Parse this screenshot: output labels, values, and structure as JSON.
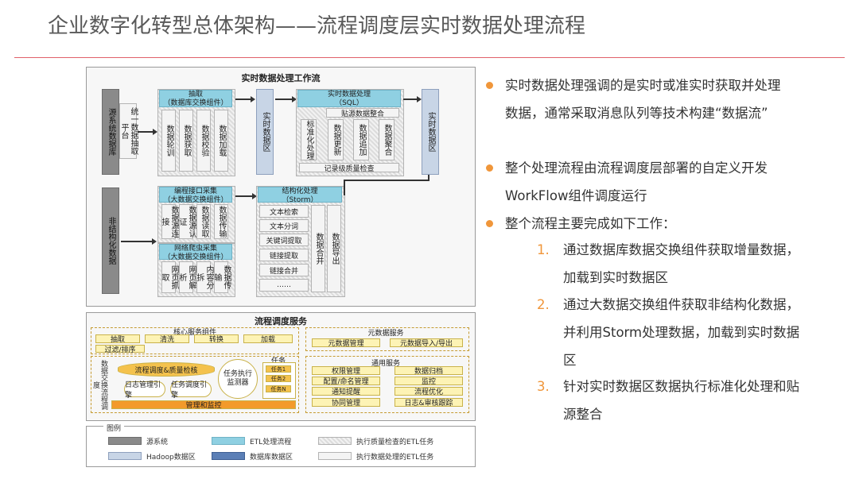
{
  "title": "企业数字化转型总体架构——流程调度层实时数据处理流程",
  "diagram": {
    "top_title": "实时数据处理工作流",
    "source_db": "源系统数据库",
    "unified_platform": "统一数据抽取平台",
    "extract": {
      "title": "抽取",
      "subtitle": "（数据库交换组件）",
      "items": [
        "数据轮训",
        "数据获取",
        "数据校验",
        "数据加载"
      ]
    },
    "realtime_zone_1": "实时数据区",
    "realtime_proc": {
      "title": "实时数据处理",
      "subtitle": "（SQL）",
      "stick": "贴源数据整合",
      "items": [
        "标准化处理",
        "数据更新",
        "数据追加",
        "数据聚合"
      ],
      "footer": "记录级质量检查"
    },
    "realtime_zone_2": "实时数据区",
    "unstructured": "非结构化数据",
    "api_collect": {
      "title": "编程接口采集",
      "subtitle": "（大数据交换组件）",
      "items": [
        "数据源连接",
        "数据源认证",
        "数据读取",
        "数据传输"
      ]
    },
    "crawler": {
      "title": "网络爬虫采集",
      "subtitle": "（大数据交换组件）",
      "items": [
        "网页抓取",
        "网页解析",
        "内容分拆",
        "数据传输"
      ]
    },
    "structured": {
      "title": "结构化处理",
      "subtitle": "（Storm）",
      "items": [
        "文本检索",
        "文本分词",
        "关键词提取",
        "链接提取",
        "链接合并",
        "……"
      ],
      "merge": "数据合并",
      "export": "数据导出"
    },
    "scheduling": {
      "title": "流程调度服务",
      "core": {
        "title": "核心服务组件",
        "row1": [
          "抽取",
          "清洗",
          "转换",
          "加载"
        ],
        "row2": "过滤/排序"
      },
      "meta": {
        "title": "元数据服务",
        "items": [
          "元数据管理",
          "元数据导入/导出"
        ]
      },
      "exchange_label": "数据交换流程调度",
      "engine": "流程调度&质量检核",
      "log_engine": "日志管理引擎",
      "task_engine": "任务调度引擎",
      "task_exec": "任务执行监测器",
      "tasks_title": "任务",
      "tasks": [
        "任务1",
        "任务2",
        "任务N"
      ],
      "monitor": "管理和监控",
      "common": {
        "title": "通用服务",
        "items": [
          "权限管理",
          "数据归档",
          "配置/命名管理",
          "监控",
          "通知提醒",
          "流程优化",
          "协同管理",
          "日志&审核跟踪"
        ]
      }
    },
    "legend": {
      "title": "图例",
      "items": [
        "源系统",
        "ETL处理流程",
        "执行质量检查的ETL任务",
        "Hadoop数据区",
        "数据库数据区",
        "执行数据处理的ETL任务"
      ]
    }
  },
  "bullets": [
    "实时数据处理强调的是实时或准实时获取并处理数据，通常采取消息队列等技术构建“数据流”",
    "整个处理流程由流程调度层部署的自定义开发WorkFlow组件调度运行",
    "整个流程主要完成如下工作："
  ],
  "steps": [
    {
      "num": "1.",
      "text": "通过数据库数据交换组件获取增量数据，加载到实时数据区"
    },
    {
      "num": "2.",
      "text": "通过大数据交换组件获取非结构化数据，并利用Storm处理数据，加载到实时数据区"
    },
    {
      "num": "3.",
      "text": "针对实时数据区数据执行标准化处理和贴源整合"
    }
  ],
  "colors": {
    "accent": "#f0963a",
    "rule": "#e0616a",
    "etl": "#8fd0e2",
    "hadoop": "#c8d5e6",
    "db": "#5b7fb6"
  }
}
